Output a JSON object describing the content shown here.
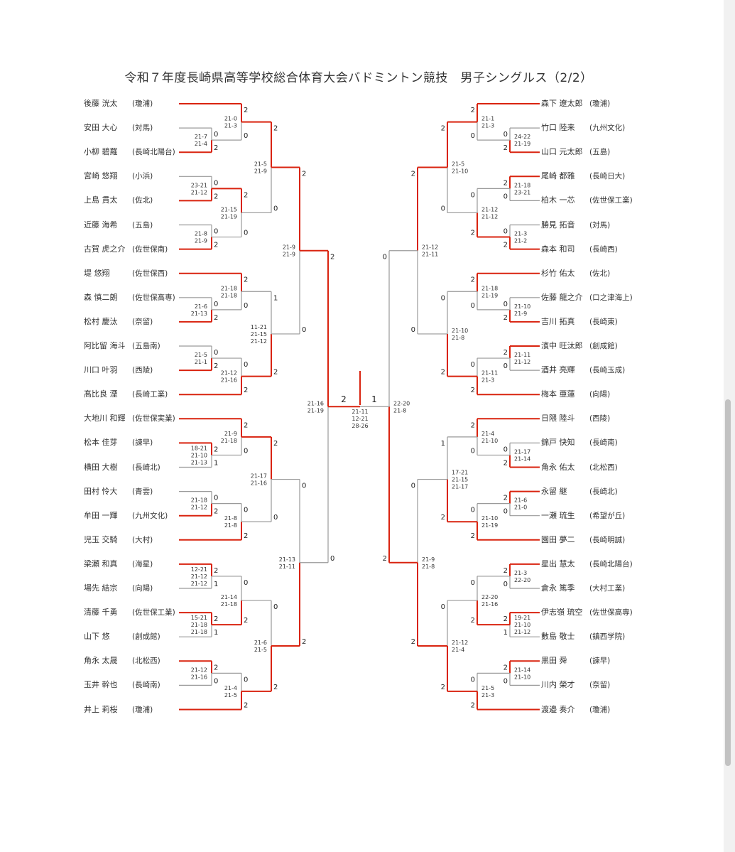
{
  "title": "令和７年度長崎県高等学校総合体育大会バドミントン競技　男子シングルス（2/2）",
  "left_players": [
    {
      "name": "後藤 洸太",
      "school": "(瓊浦)"
    },
    {
      "name": "安田 大心",
      "school": "(対馬)"
    },
    {
      "name": "小柳 碧羅",
      "school": "(長崎北陽台)"
    },
    {
      "name": "宮崎 悠翔",
      "school": "(小浜)"
    },
    {
      "name": "上島 貫太",
      "school": "(佐北)"
    },
    {
      "name": "近藤 海希",
      "school": "(五島)"
    },
    {
      "name": "古賀 虎之介",
      "school": "(佐世保南)"
    },
    {
      "name": "堤 悠翔",
      "school": "(佐世保西)"
    },
    {
      "name": "森 慎二朗",
      "school": "(佐世保高専)"
    },
    {
      "name": "松村 慶汰",
      "school": "(奈留)"
    },
    {
      "name": "阿比留 海斗",
      "school": "(五島南)"
    },
    {
      "name": "川口 叶羽",
      "school": "(西陵)"
    },
    {
      "name": "髙比良 湮",
      "school": "(長崎工業)"
    },
    {
      "name": "大地川 和輝",
      "school": "(佐世保実業)"
    },
    {
      "name": "松本 佳芽",
      "school": "(諫早)"
    },
    {
      "name": "横田 大樹",
      "school": "(長崎北)"
    },
    {
      "name": "田村 怜大",
      "school": "(青雲)"
    },
    {
      "name": "牟田 一輝",
      "school": "(九州文化)"
    },
    {
      "name": "児玉 交騎",
      "school": "(大村)"
    },
    {
      "name": "梁瀬 和真",
      "school": "(海星)"
    },
    {
      "name": "場先 結宗",
      "school": "(向陽)"
    },
    {
      "name": "清藤 千勇",
      "school": "(佐世保工業)"
    },
    {
      "name": "山下 悠",
      "school": "(創成館)"
    },
    {
      "name": "角永 太晟",
      "school": "(北松西)"
    },
    {
      "name": "玉井 幹也",
      "school": "(長崎南)"
    },
    {
      "name": "井上 莉桜",
      "school": "(瓊浦)"
    }
  ],
  "right_players": [
    {
      "name": "森下 遼太郎",
      "school": "(瓊浦)"
    },
    {
      "name": "竹口 陸来",
      "school": "(九州文化)"
    },
    {
      "name": "山口 元太郎",
      "school": "(五島)"
    },
    {
      "name": "尾崎 都雅",
      "school": "(長崎日大)"
    },
    {
      "name": "柏木 一芯",
      "school": "(佐世保工業)"
    },
    {
      "name": "勝見 拓音",
      "school": "(対馬)"
    },
    {
      "name": "森本 和司",
      "school": "(長崎西)"
    },
    {
      "name": "杉竹 佑太",
      "school": "(佐北)"
    },
    {
      "name": "佐藤 龍之介",
      "school": "(口之津海上)"
    },
    {
      "name": "吉川 拓真",
      "school": "(長崎東)"
    },
    {
      "name": "濱中 旺汰郎",
      "school": "(創成館)"
    },
    {
      "name": "酒井 亮輝",
      "school": "(長崎玉成)"
    },
    {
      "name": "梅本 亜蓮",
      "school": "(向陽)"
    },
    {
      "name": "日隈 陸斗",
      "school": "(西陵)"
    },
    {
      "name": "錦戸 快知",
      "school": "(長崎南)"
    },
    {
      "name": "角永 佑太",
      "school": "(北松西)"
    },
    {
      "name": "永留 継",
      "school": "(長崎北)"
    },
    {
      "name": "一瀬 琉生",
      "school": "(希望が丘)"
    },
    {
      "name": "園田 夢二",
      "school": "(長崎明誠)"
    },
    {
      "name": "星出 慧太",
      "school": "(長崎北陽台)"
    },
    {
      "name": "倉永 篤季",
      "school": "(大村工業)"
    },
    {
      "name": "伊志嶺 琉空",
      "school": "(佐世保高専)"
    },
    {
      "name": "數島 敬士",
      "school": "(鎮西学院)"
    },
    {
      "name": "黒田 舜",
      "school": "(諫早)"
    },
    {
      "name": "川内 榮才",
      "school": "(奈留)"
    },
    {
      "name": "渡邉 奏介",
      "school": "(瓊浦)"
    }
  ],
  "matches": [
    {
      "side": "L",
      "round": 1,
      "a": 1,
      "b": 2,
      "winner": "b",
      "score": [
        "21-7",
        "21-4"
      ],
      "wins": [
        "0",
        "2"
      ]
    },
    {
      "side": "L",
      "round": 2,
      "a": 0,
      "b": "L1_2",
      "winner": "a",
      "score": [
        "21-0",
        "21-3"
      ],
      "wins": [
        "2",
        "0"
      ]
    },
    {
      "side": "L",
      "round": 1,
      "a": 3,
      "b": 4,
      "winner": "b",
      "score": [
        "23-21",
        "21-12"
      ],
      "wins": [
        "0",
        "2"
      ]
    },
    {
      "side": "L",
      "round": 1,
      "a": 5,
      "b": 6,
      "winner": "b",
      "score": [
        "21-8",
        "21-9"
      ],
      "wins": [
        "0",
        "2"
      ]
    },
    {
      "side": "L",
      "round": 2,
      "a": "L1_4",
      "b": "L1_6",
      "winner": "a",
      "score": [
        "21-15",
        "21-19"
      ],
      "wins": [
        "2",
        "0"
      ]
    },
    {
      "side": "L",
      "round": 3,
      "a": "L2_0",
      "b": "L2_4",
      "winner": "a",
      "score": [
        "21-5",
        "21-9"
      ],
      "wins": [
        "2",
        "0"
      ]
    },
    {
      "side": "L",
      "round": 1,
      "a": 8,
      "b": 9,
      "winner": "b",
      "score": [
        "21-6",
        "21-13"
      ],
      "wins": [
        "0",
        "2"
      ]
    },
    {
      "side": "L",
      "round": 2,
      "a": 7,
      "b": "L1_9",
      "winner": "a",
      "score": [
        "21-18",
        "21-18"
      ],
      "wins": [
        "2",
        "0"
      ]
    },
    {
      "side": "L",
      "round": 1,
      "a": 10,
      "b": 11,
      "winner": "b",
      "score": [
        "21-5",
        "21-1"
      ],
      "wins": [
        "0",
        "2"
      ]
    },
    {
      "side": "L",
      "round": 2,
      "a": "L1_11",
      "b": 12,
      "winner": "b",
      "score": [
        "21-12",
        "21-16"
      ],
      "wins": [
        "0",
        "2"
      ]
    },
    {
      "side": "L",
      "round": 3,
      "a": "L2_7",
      "b": "L2_12",
      "winner": "b",
      "score": [
        "11-21",
        "21-15",
        "21-12"
      ],
      "wins": [
        "1",
        "2"
      ]
    },
    {
      "side": "L",
      "round": 4,
      "a": "L3_0",
      "b": "L3_12",
      "winner": "a",
      "score": [
        "21-9",
        "21-9"
      ],
      "wins": [
        "2",
        "0"
      ]
    },
    {
      "side": "L",
      "round": 1,
      "a": 14,
      "b": 15,
      "winner": "a",
      "score": [
        "18-21",
        "21-10",
        "21-13"
      ],
      "wins": [
        "2",
        "1"
      ]
    },
    {
      "side": "L",
      "round": 2,
      "a": 13,
      "b": "L1_14",
      "winner": "a",
      "score": [
        "21-9",
        "21-18"
      ],
      "wins": [
        "2",
        "0"
      ]
    },
    {
      "side": "L",
      "round": 1,
      "a": 16,
      "b": 17,
      "winner": "b",
      "score": [
        "21-18",
        "21-12"
      ],
      "wins": [
        "0",
        "2"
      ]
    },
    {
      "side": "L",
      "round": 2,
      "a": "L1_17",
      "b": 18,
      "winner": "b",
      "score": [
        "21-8",
        "21-8"
      ],
      "wins": [
        "0",
        "2"
      ]
    },
    {
      "side": "L",
      "round": 3,
      "a": "L2_13",
      "b": "L2_18",
      "winner": "a",
      "score": [
        "21-17",
        "21-16"
      ],
      "wins": [
        "2",
        "0"
      ]
    },
    {
      "side": "L",
      "round": 1,
      "a": 19,
      "b": 20,
      "winner": "a",
      "score": [
        "12-21",
        "21-12",
        "21-12"
      ],
      "wins": [
        "2",
        "1"
      ]
    },
    {
      "side": "L",
      "round": 1,
      "a": 21,
      "b": 22,
      "winner": "a",
      "score": [
        "15-21",
        "21-18",
        "21-18"
      ],
      "wins": [
        "2",
        "1"
      ]
    },
    {
      "side": "L",
      "round": 2,
      "a": "L1_19",
      "b": "L1_21",
      "winner": "b",
      "score": [
        "21-14",
        "21-18"
      ],
      "wins": [
        "0",
        "2"
      ]
    },
    {
      "side": "L",
      "round": 1,
      "a": 23,
      "b": 24,
      "winner": "a",
      "score": [
        "21-12",
        "21-16"
      ],
      "wins": [
        "2",
        "0"
      ]
    },
    {
      "side": "L",
      "round": 2,
      "a": "L1_23",
      "b": 25,
      "winner": "b",
      "score": [
        "21-4",
        "21-5"
      ],
      "wins": [
        "0",
        "2"
      ]
    },
    {
      "side": "L",
      "round": 3,
      "a": "L2_21",
      "b": "L2_25",
      "winner": "b",
      "score": [
        "21-6",
        "21-5"
      ],
      "wins": [
        "0",
        "2"
      ]
    },
    {
      "side": "L",
      "round": 4,
      "a": "L3_13",
      "b": "L3_25",
      "winner": "b",
      "score": [
        "21-13",
        "21-11"
      ],
      "wins": [
        "0",
        "2"
      ]
    },
    {
      "side": "L",
      "round": 5,
      "a": "L4_0",
      "b": "L4_25",
      "winner": "a",
      "score": [
        "21-16",
        "21-19"
      ],
      "wins": [
        "2",
        "0"
      ]
    },
    {
      "side": "R",
      "round": 1,
      "a": 1,
      "b": 2,
      "winner": "b",
      "score": [
        "24-22",
        "21-19"
      ],
      "wins": [
        "0",
        "2"
      ]
    },
    {
      "side": "R",
      "round": 2,
      "a": 0,
      "b": "R1_2",
      "winner": "a",
      "score": [
        "21-1",
        "21-3"
      ],
      "wins": [
        "2",
        "0"
      ]
    },
    {
      "side": "R",
      "round": 1,
      "a": 3,
      "b": 4,
      "winner": "a",
      "score": [
        "21-18",
        "23-21"
      ],
      "wins": [
        "2",
        "0"
      ]
    },
    {
      "side": "R",
      "round": 1,
      "a": 5,
      "b": 6,
      "winner": "b",
      "score": [
        "21-3",
        "21-2"
      ],
      "wins": [
        "0",
        "2"
      ]
    },
    {
      "side": "R",
      "round": 2,
      "a": "R1_3",
      "b": "R1_6",
      "winner": "b",
      "score": [
        "21-12",
        "21-12"
      ],
      "wins": [
        "0",
        "2"
      ]
    },
    {
      "side": "R",
      "round": 3,
      "a": "R2_0",
      "b": "R2_6",
      "winner": "a",
      "score": [
        "21-5",
        "21-10"
      ],
      "wins": [
        "2",
        "0"
      ]
    },
    {
      "side": "R",
      "round": 1,
      "a": 8,
      "b": 9,
      "winner": "b",
      "score": [
        "21-10",
        "21-9"
      ],
      "wins": [
        "0",
        "2"
      ]
    },
    {
      "side": "R",
      "round": 2,
      "a": 7,
      "b": "R1_9",
      "winner": "a",
      "score": [
        "21-18",
        "21-19"
      ],
      "wins": [
        "2",
        "0"
      ]
    },
    {
      "side": "R",
      "round": 1,
      "a": 10,
      "b": 11,
      "winner": "a",
      "score": [
        "21-11",
        "21-12"
      ],
      "wins": [
        "2",
        "0"
      ]
    },
    {
      "side": "R",
      "round": 2,
      "a": "R1_10",
      "b": 12,
      "winner": "b",
      "score": [
        "21-11",
        "21-3"
      ],
      "wins": [
        "0",
        "2"
      ]
    },
    {
      "side": "R",
      "round": 3,
      "a": "R2_7",
      "b": "R2_12",
      "winner": "b",
      "score": [
        "21-10",
        "21-8"
      ],
      "wins": [
        "0",
        "2"
      ]
    },
    {
      "side": "R",
      "round": 4,
      "a": "R3_0",
      "b": "R3_12",
      "winner": "a",
      "score": [
        "21-12",
        "21-11"
      ],
      "wins": [
        "2",
        "0"
      ]
    },
    {
      "side": "R",
      "round": 1,
      "a": 14,
      "b": 15,
      "winner": "b",
      "score": [
        "21-17",
        "21-14"
      ],
      "wins": [
        "0",
        "2"
      ]
    },
    {
      "side": "R",
      "round": 2,
      "a": 13,
      "b": "R1_15",
      "winner": "a",
      "score": [
        "21-4",
        "21-10"
      ],
      "wins": [
        "2",
        "0"
      ]
    },
    {
      "side": "R",
      "round": 1,
      "a": 16,
      "b": 17,
      "winner": "a",
      "score": [
        "21-6",
        "21-0"
      ],
      "wins": [
        "2",
        "0"
      ]
    },
    {
      "side": "R",
      "round": 2,
      "a": "R1_16",
      "b": 18,
      "winner": "b",
      "score": [
        "21-10",
        "21-19"
      ],
      "wins": [
        "0",
        "2"
      ]
    },
    {
      "side": "R",
      "round": 3,
      "a": "R2_13",
      "b": "R2_18",
      "winner": "b",
      "score": [
        "17-21",
        "21-15",
        "21-17"
      ],
      "wins": [
        "1",
        "2"
      ]
    },
    {
      "side": "R",
      "round": 1,
      "a": 19,
      "b": 20,
      "winner": "a",
      "score": [
        "21-3",
        "22-20"
      ],
      "wins": [
        "2",
        "0"
      ]
    },
    {
      "side": "R",
      "round": 1,
      "a": 21,
      "b": 22,
      "winner": "a",
      "score": [
        "19-21",
        "21-10",
        "21-12"
      ],
      "wins": [
        "2",
        "1"
      ]
    },
    {
      "side": "R",
      "round": 2,
      "a": "R1_19",
      "b": "R1_21",
      "winner": "b",
      "score": [
        "22-20",
        "21-16"
      ],
      "wins": [
        "0",
        "2"
      ]
    },
    {
      "side": "R",
      "round": 1,
      "a": 23,
      "b": 24,
      "winner": "a",
      "score": [
        "21-14",
        "21-10"
      ],
      "wins": [
        "2",
        "0"
      ]
    },
    {
      "side": "R",
      "round": 2,
      "a": "R1_23",
      "b": 25,
      "winner": "b",
      "score": [
        "21-5",
        "21-3"
      ],
      "wins": [
        "0",
        "2"
      ]
    },
    {
      "side": "R",
      "round": 3,
      "a": "R2_21",
      "b": "R2_25",
      "winner": "b",
      "score": [
        "21-12",
        "21-4"
      ],
      "wins": [
        "0",
        "2"
      ]
    },
    {
      "side": "R",
      "round": 4,
      "a": "R3_18",
      "b": "R3_25",
      "winner": "b",
      "score": [
        "21-9",
        "21-8"
      ],
      "wins": [
        "0",
        "2"
      ]
    },
    {
      "side": "R",
      "round": 5,
      "a": "R4_0",
      "b": "R4_25",
      "winner": "b",
      "score": [
        "22-20",
        "21-8"
      ],
      "wins": [
        "0",
        "2"
      ]
    }
  ],
  "final": {
    "score": [
      "21-11",
      "12-21",
      "28-26"
    ],
    "left_wins": "2",
    "right_wins": "1",
    "winner": "left"
  },
  "colors": {
    "win_line": "#d9230f",
    "lose_line": "#9a9a9a",
    "text": "#333333"
  }
}
